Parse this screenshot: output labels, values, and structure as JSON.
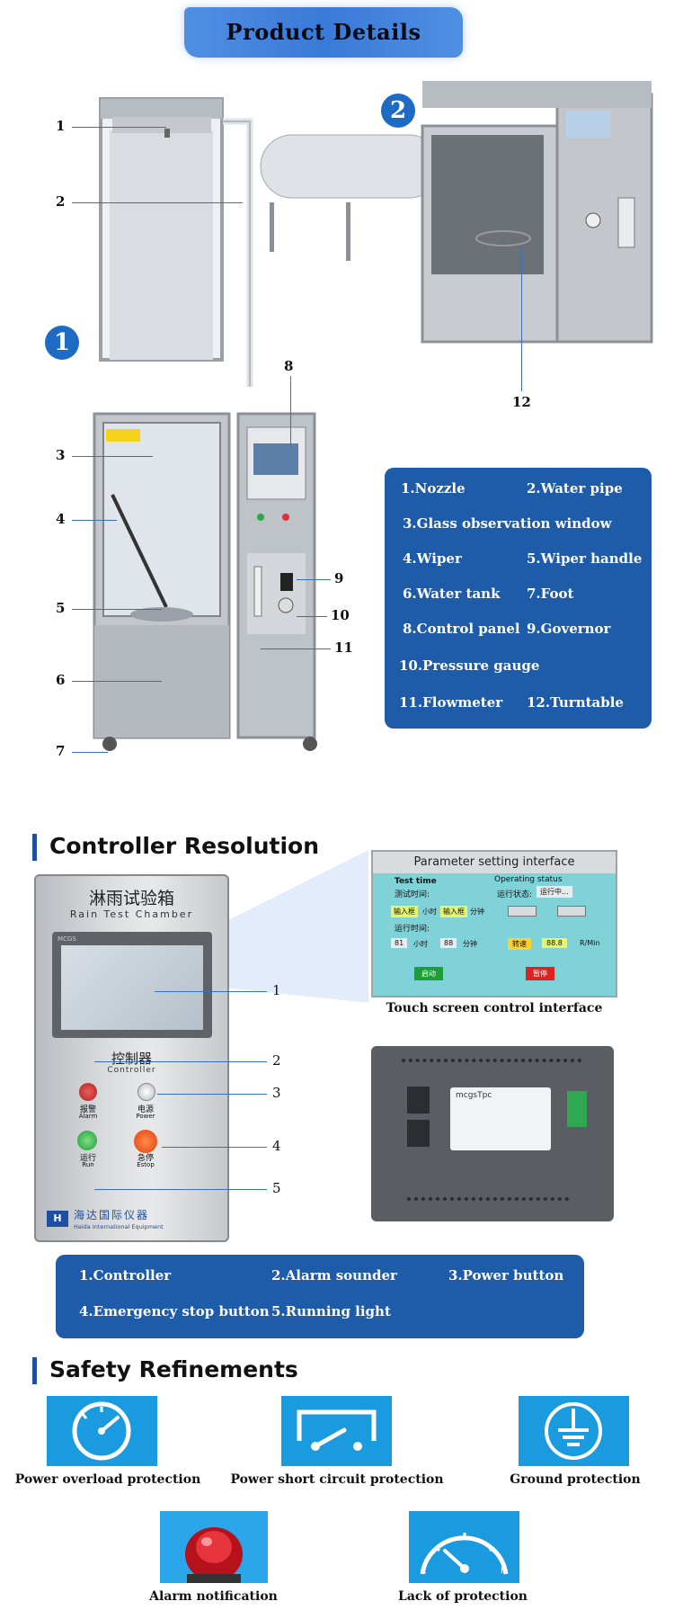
{
  "header": {
    "title": "Product  Details"
  },
  "product": {
    "badges": [
      "1",
      "2"
    ],
    "callouts": [
      "1",
      "2",
      "3",
      "4",
      "5",
      "6",
      "7",
      "8",
      "9",
      "10",
      "11",
      "12"
    ],
    "legend": [
      "1.Nozzle",
      "2.Water pipe",
      "3.Glass observation window",
      "4.Wiper",
      "5.Wiper handle",
      "6.Water tank",
      "7.Foot",
      "8.Control panel",
      "9.Governor",
      "10.Pressure gauge",
      "11.Flowmeter",
      "12.Turntable"
    ]
  },
  "controller": {
    "section_title": "Controller Resolution",
    "panel": {
      "title_cn": "淋雨试验箱",
      "title_en": "Rain Test Chamber",
      "hmi_brand": "MCGS",
      "controller_cn": "控制器",
      "controller_en": "Controller",
      "buttons": [
        {
          "cn": "报警",
          "en": "Alarm"
        },
        {
          "cn": "电源",
          "en": "Power"
        },
        {
          "cn": "运行",
          "en": "Run"
        },
        {
          "cn": "急停",
          "en": "Estop"
        }
      ],
      "brand_cn": "海达国际仪器",
      "brand_en": "Haida International Equipment"
    },
    "callouts": [
      "1",
      "2",
      "3",
      "4",
      "5"
    ],
    "screen": {
      "title": "Parameter setting interface",
      "test_time_label": "Test time",
      "operating_status_label": "Operating status",
      "row1_label": "测试时间:",
      "row1_status": "运行状态:",
      "row1_status_value": "运行中...",
      "input_box_1": "输入框",
      "unit_hour": "小时",
      "input_box_2": "输入框",
      "unit_min": "分钟",
      "row2_label": "运行时间:",
      "val_h": "81",
      "val_m": "88",
      "btn_a": "启动",
      "btn_b": "暂停",
      "speed_label": "转速",
      "speed_val": "88.8",
      "speed_unit": "R/Min"
    },
    "screen_caption": "Touch screen control interface",
    "back_panel": {
      "brand": "mcgsTpc"
    },
    "legend": [
      "1.Controller",
      "2.Alarm sounder",
      "3.Power button",
      "4.Emergency stop button",
      "5.Running light"
    ]
  },
  "safety": {
    "section_title": "Safety Refinements",
    "items": [
      {
        "label": "Power overload protection",
        "icon": "gauge-icon"
      },
      {
        "label": "Power short circuit protection",
        "icon": "switch-circuit-icon"
      },
      {
        "label": "Ground protection",
        "icon": "ground-icon"
      },
      {
        "label": "Alarm notification",
        "icon": "alarm-light-icon"
      },
      {
        "label": "Lack of protection",
        "icon": "pressure-dial-icon"
      }
    ],
    "dial_marks": [
      "E",
      "F"
    ]
  },
  "colors": {
    "accent": "#1e5ba8",
    "icon_bg": "#1a9be0",
    "header": "#3a7ad8"
  }
}
